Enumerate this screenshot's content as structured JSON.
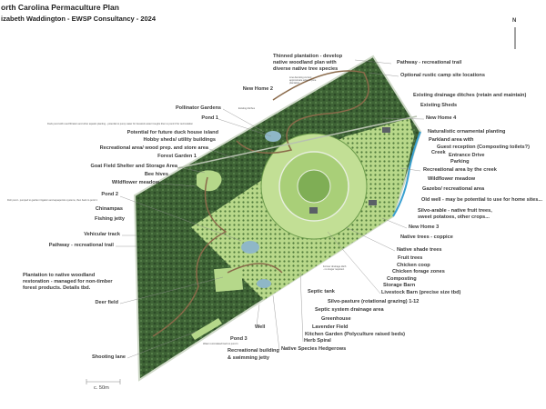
{
  "header": {
    "title": "orth Carolina Permaculture Plan",
    "subtitle": "izabeth Waddington - EWSP Consultancy - 2024"
  },
  "north": "N",
  "scale": "c. 50m",
  "colors": {
    "woodland": "#3f6436",
    "pasture": "#a9cf78",
    "meadow": "#c8e39a",
    "path": "#8a6a4a",
    "water": "#7ab8d8",
    "creek": "#3aa0d0",
    "label": "#3a3a3a"
  },
  "left_labels": [
    "New Home 2",
    "Pollinator Gardens",
    "Pond 1",
    "Potential for future duck house island",
    "Hobby sheds/ utility buildings",
    "Recreational area/ wood prep. and store area",
    "Forest Garden 1",
    "Goat Field Shelter and Storage Area",
    "Bee hives",
    "Wildflower meadow",
    "Pond 2",
    "Chinampas",
    "Fishing jetty",
    "Vehicular track",
    "Pathway - recreational trail",
    "Deer field",
    "Shooting lane"
  ],
  "notes": {
    "pond1": "Duck pond with reed filtration and other aquatic planting - potential to pump water for livestock water troughs then to pond 3 for recirculation",
    "pond2": "Fish pond - pumped to garden irrigation and aquaponics systems, then back to pond 1",
    "ditches": "Existing ditches",
    "plantation_edge": "Line denoting current approximate edge of pine plantation.",
    "former_ditch": "Former drainage ditch - no longer required.",
    "pond3": "Water recirculated back to pond 1",
    "plantation": "Plantation to native woodland restoration - managed for non-timber forest products. Details tbd.",
    "thinned": "Thinned plantation - develop native woodland plan with diverse native tree species"
  },
  "right_labels": [
    "Pathway - recreational trail",
    "Optional rustic camp site locations",
    "Existing drainage ditches (retain and maintain)",
    "Existing Sheds",
    "New Home 4",
    "Naturalistic ornamental planting",
    "Parkland area with",
    "Guest reception (Composting toilets?)",
    "Creek",
    "Entrance Drive",
    "Parking",
    "Recreational area by the creek",
    "Wildflower meadow",
    "Gazebo/ recreational area",
    "Old well - may be potential to use for home sites...",
    "Silvo-arable - native fruit trees,",
    "sweet potatoes, other crops...",
    "New Home 3",
    "Native trees - coppice",
    "Native shade trees",
    "Fruit trees",
    "Chicken coop",
    "Chicken forage zones",
    "Composting",
    "Storage Barn",
    "Livestock Barn (precise size tbd)"
  ],
  "bottom_labels": [
    "Septic tank",
    "Silvo-pasture (rotational grazing) 1-12",
    "Septic system drainage area",
    "Greenhouse",
    "Lavender Field",
    "Kitchen Garden (Polyculture raised beds)",
    "Herb Spiral",
    "Native Species Hedgerows",
    "Well",
    "Pond 3",
    "Recreational building",
    "& swimming jetty"
  ]
}
